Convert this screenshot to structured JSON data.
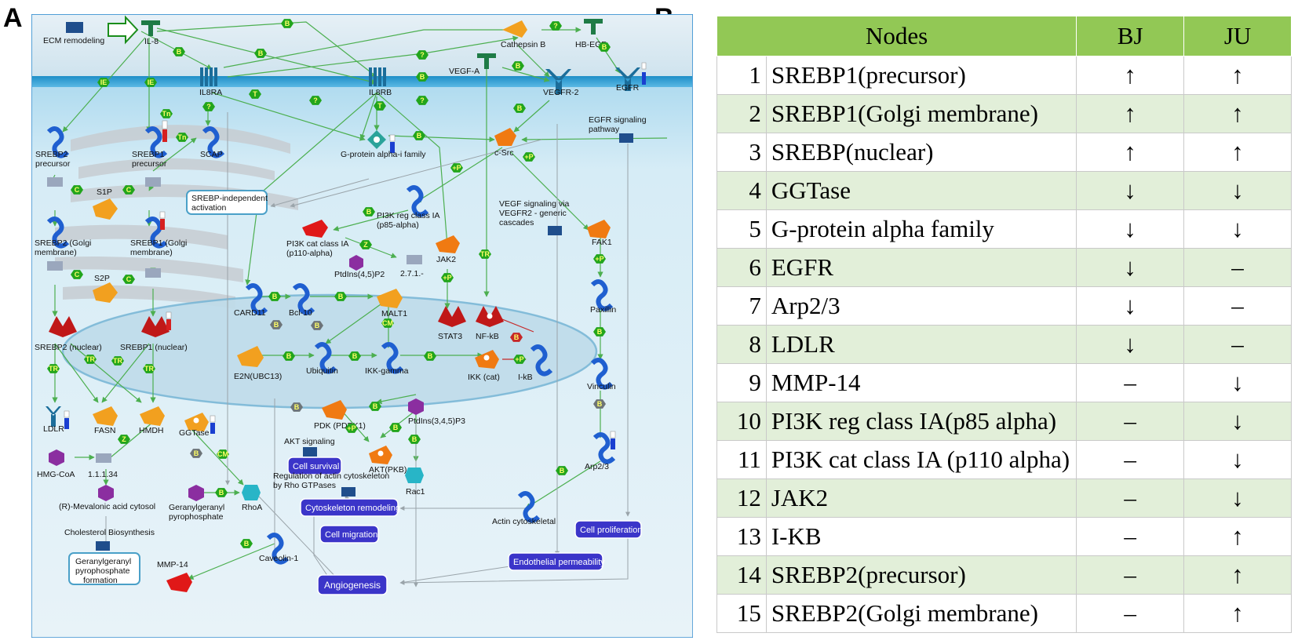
{
  "panels": {
    "a": "A",
    "b": "B"
  },
  "colors": {
    "table_header": "#92c855",
    "row_alt": "#e2efd9",
    "membrane": "#2aa5d8",
    "edge_green": "#4caf50",
    "edge_red": "#c62828",
    "hex_green": "#22a51c",
    "process_box": "#3b35c9"
  },
  "diagram": {
    "nodes": {
      "ecm_remodeling": "ECM remodeling",
      "il8": "IL-8",
      "cathepsin_b": "Cathepsin B",
      "hb_egf": "HB-EGF",
      "il8ra": "IL8RA",
      "il8rb": "IL8RB",
      "vegf_a": "VEGF-A",
      "vegfr2": "VEGFR-2",
      "egfr": "EGFR",
      "egfr_pathway": "EGFR signaling pathway",
      "srebp2_precursor": "SREBP2 precursor",
      "srebp1_precursor": "SREBP1 precursor",
      "scap": "SCAP",
      "g_protein": "G-protein alpha-i family",
      "c_src": "c-Src",
      "s1p": "S1P",
      "srebp_independent": "SREBP-independent activation",
      "pi3k_reg": "PI3K reg class IA (p85-alpha)",
      "vegf_signaling": "VEGF signaling via VEGFR2 - generic cascades",
      "srebp2_golgi": "SREBP2 (Golgi membrane)",
      "srebp1_golgi": "SREBP1 (Golgi membrane)",
      "pi3k_cat": "PI3K cat class IA (p110-alpha)",
      "fak1": "FAK1",
      "jak2": "JAK2",
      "ptdins45p2": "PtdIns(4,5)P2",
      "enz2711": "2.7.1.-",
      "s2p": "S2P",
      "card11": "CARD11",
      "bcl10": "Bcl-10",
      "malt1": "MALT1",
      "paxillin": "Paxillin",
      "srebp2_nuclear": "SREBP2 (nuclear)",
      "srebp1_nuclear": "SREBP1 (nuclear)",
      "stat3": "STAT3",
      "nfkb": "NF-kB",
      "e2n": "E2N(UBC13)",
      "ubiquitin": "Ubiquitin",
      "ikk_gamma": "IKK-gamma",
      "ikk_cat": "IKK (cat)",
      "ikb": "I-kB",
      "vinculin": "Vinculin",
      "ldlr": "LDLR",
      "fasn": "FASN",
      "hmdh": "HMDH",
      "ggtase": "GGTase",
      "pdk": "PDK (PDPK1)",
      "ptdins345p3": "PtdIns(3,4,5)P3",
      "akt_signaling": "AKT signaling",
      "cell_survival": "Cell survival",
      "akt": "AKT(PKB)",
      "arp23": "Arp2/3",
      "hmg_coa": "HMG-CoA",
      "enz11134": "1.1.1.34",
      "reg_actin": "Regulation of actin cytoskeleton by Rho GTPases",
      "rac1": "Rac1",
      "mevalonic": "(R)-Mevalonic acid cytosol",
      "ggpp": "Geranylgeranyl pyrophosphate",
      "rhoa": "RhoA",
      "cytoskeleton_remodeling": "Cytoskeleton remodeling",
      "actin_cytoskeletal": "Actin cytoskeletal",
      "cholesterol_bio": "Cholesterol Biosynthesis",
      "cell_migration": "Cell migration",
      "cell_proliferation": "Cell proliferation",
      "ggpp_formation": "Geranylgeranyl pyrophosphate formation",
      "mmp14": "MMP-14",
      "caveolin1": "Caveolin-1",
      "endothelial": "Endothelial permeability",
      "angiogenesis": "Angiogenesis"
    },
    "edge_labels": {
      "B": "B",
      "IE": "IE",
      "T": "T",
      "Q": "?",
      "Tn": "Tn",
      "C": "C",
      "P": "+P",
      "Z": "Z",
      "TR": "TR",
      "CM": "CM"
    }
  },
  "table": {
    "headers": [
      "Nodes",
      "BJ",
      "JU"
    ],
    "rows": [
      {
        "num": "1",
        "node": "SREBP1(precursor)",
        "bj": "↑",
        "ju": "↑"
      },
      {
        "num": "2",
        "node": "SREBP1(Golgi membrane)",
        "bj": "↑",
        "ju": "↑"
      },
      {
        "num": "3",
        "node": "SREBP(nuclear)",
        "bj": "↑",
        "ju": "↑"
      },
      {
        "num": "4",
        "node": "GGTase",
        "bj": "↓",
        "ju": "↓"
      },
      {
        "num": "5",
        "node": "G-protein alpha family",
        "bj": "↓",
        "ju": "↓"
      },
      {
        "num": "6",
        "node": "EGFR",
        "bj": "↓",
        "ju": "–"
      },
      {
        "num": "7",
        "node": "Arp2/3",
        "bj": "↓",
        "ju": "–"
      },
      {
        "num": "8",
        "node": "LDLR",
        "bj": "↓",
        "ju": "–"
      },
      {
        "num": "9",
        "node": "MMP-14",
        "bj": "–",
        "ju": "↓"
      },
      {
        "num": "10",
        "node": "PI3K reg class IA(p85 alpha)",
        "bj": "–",
        "ju": "↓"
      },
      {
        "num": "11",
        "node": "PI3K cat class IA (p110 alpha)",
        "bj": "–",
        "ju": "↓"
      },
      {
        "num": "12",
        "node": "JAK2",
        "bj": "–",
        "ju": "↓"
      },
      {
        "num": "13",
        "node": "I-KB",
        "bj": "–",
        "ju": "↑"
      },
      {
        "num": "14",
        "node": "SREBP2(precursor)",
        "bj": "–",
        "ju": "↑"
      },
      {
        "num": "15",
        "node": "SREBP2(Golgi membrane)",
        "bj": "–",
        "ju": "↑"
      }
    ]
  }
}
